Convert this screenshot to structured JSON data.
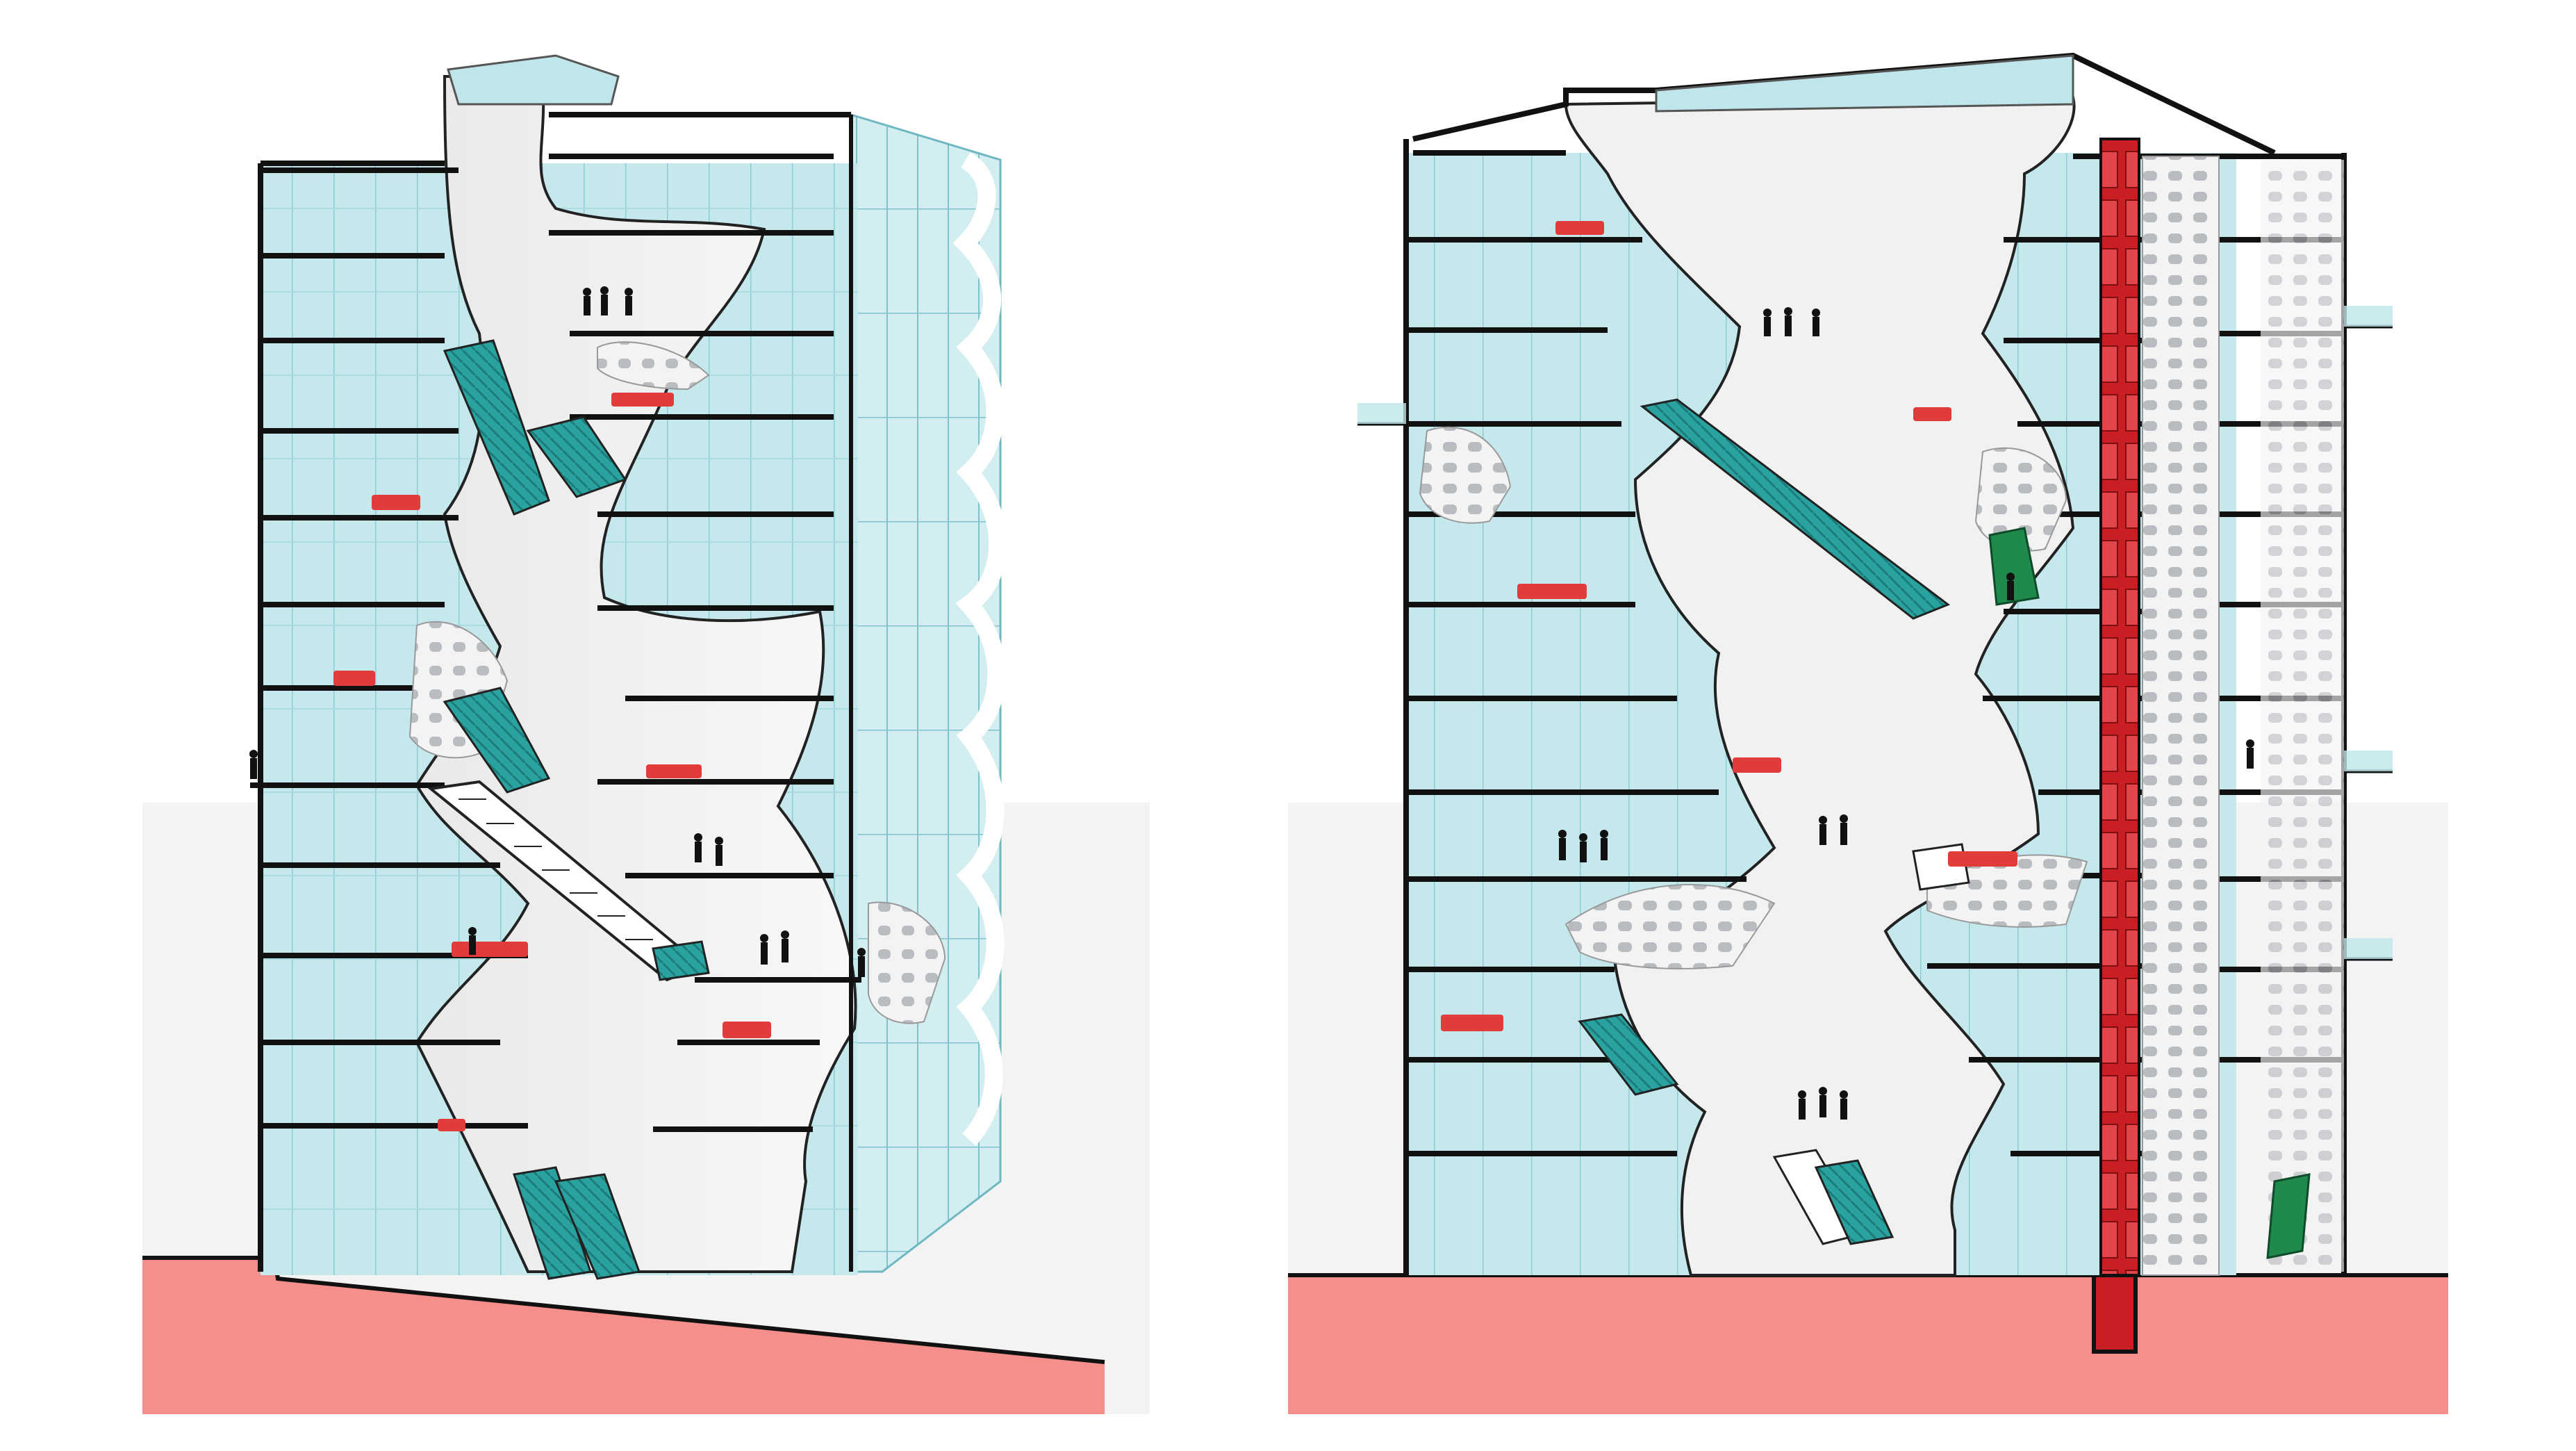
{
  "colors": {
    "background": "#ffffff",
    "ground": "#f58f8c",
    "ground_band": "#f1f1f1",
    "glass": "#bfe6ea",
    "glass_mullion": "#8ccbd3",
    "shell": "#efefef",
    "shell_outline": "#111111",
    "escalator": "#2aa3a0",
    "seating": "#e23b3b",
    "elevator_core": "#c81e24",
    "stair_green": "#1f8a4c",
    "people": "#111111"
  },
  "icons": {
    "person": "person-silhouette-icon",
    "sofa": "sofa-icon",
    "escalator": "escalator-icon"
  },
  "panels": [
    {
      "id": "perspective-section",
      "view": "axonometric-section"
    },
    {
      "id": "longitudinal-section",
      "view": "orthographic-section"
    }
  ]
}
